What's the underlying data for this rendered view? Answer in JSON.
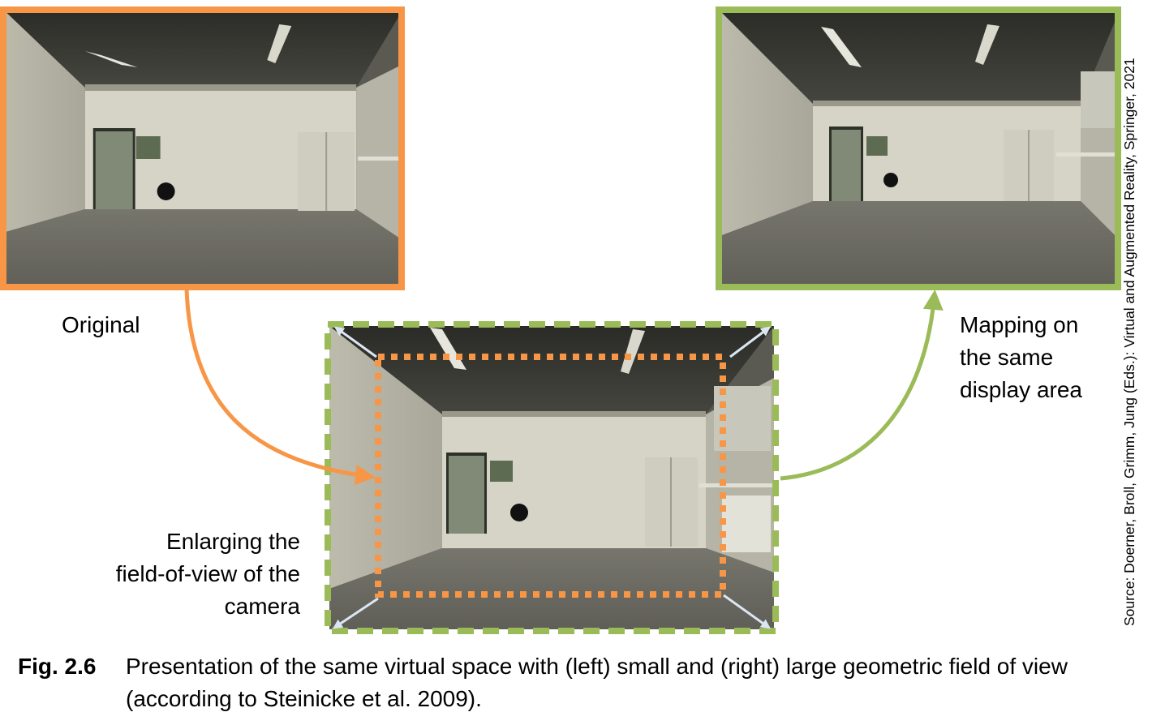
{
  "labels": {
    "original": "Original",
    "mapping": "Mapping on the same display area",
    "enlarging": "Enlarging the field-of-view of the camera"
  },
  "source_note": "Source: Doerner, Broll, Grimm, Jung (Eds.): Virtual and Augmented Reality, Springer, 2021",
  "caption": {
    "figure_number": "Fig. 2.6",
    "text": "Presentation of the same virtual space with (left) small and (right) large geometric field of view (according to Steinicke et al. 2009)."
  },
  "colors": {
    "orange": "#f79646",
    "green": "#9bbb59",
    "arrow_white": "#dce6f2"
  },
  "icons": {
    "corner_arrows": "diagonal-expand-arrow-icon"
  }
}
